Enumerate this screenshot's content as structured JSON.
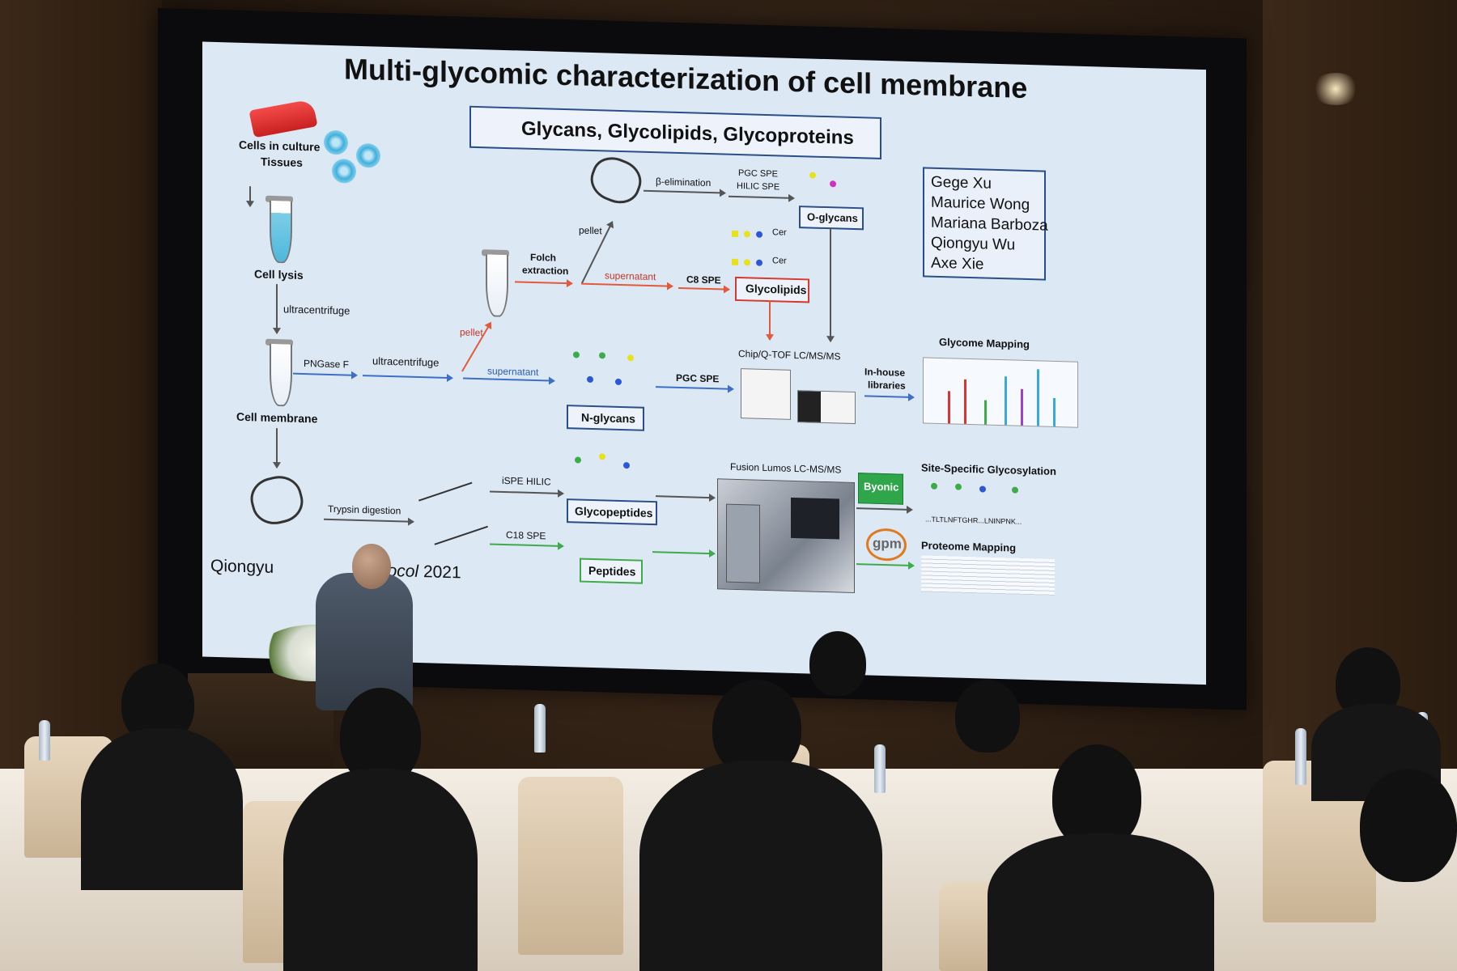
{
  "slide": {
    "title": "Multi-glycomic characterization of cell membrane",
    "subtitle_box": "Glycans, Glycolipids, Glycoproteins",
    "authors": [
      "Gege Xu",
      "Maurice Wong",
      "Mariana Barboza",
      "Qiongyu Wu",
      "Axe Xie"
    ],
    "labels": {
      "cells": "Cells in culture",
      "tissues": "Tissues",
      "cell_lysis": "Cell lysis",
      "ultracentrifuge_1": "ultracentrifuge",
      "cell_membrane": "Cell membrane",
      "pngase": "PNGase F",
      "ultracentrifuge_2": "ultracentrifuge",
      "pellet_red": "pellet",
      "supernatant_blue": "supernatant",
      "folch": "Folch",
      "extraction": "extraction",
      "pellet_gray": "pellet",
      "beta_elim": "β-elimination",
      "pgc_spe_top": "PGC SPE",
      "hilic_spe": "HILIC SPE",
      "o_glycans": "O-glycans",
      "cer_1": "Cer",
      "cer_2": "Cer",
      "supernatant_red": "supernatant",
      "c8_spe": "C8 SPE",
      "glycolipids": "Glycolipids",
      "n_glycans": "N-glycans",
      "pgc_spe_mid": "PGC SPE",
      "chip_qtof": "Chip/Q-TOF LC/MS/MS",
      "in_house": "In-house",
      "libraries": "libraries",
      "glycome_mapping": "Glycome Mapping",
      "trypsin_digestion": "Trypsin digestion",
      "ispe_hilic": "iSPE HILIC",
      "glycopeptides": "Glycopeptides",
      "c18_spe": "C18 SPE",
      "peptides": "Peptides",
      "fusion_lumos": "Fusion Lumos LC-MS/MS",
      "byonic": "Byonic",
      "gpm": "gpm",
      "site_specific": "Site-Specific Glycosylation",
      "sequence": "...TLTLNFTGHR...LNINPNK...",
      "proteome_mapping": "Proteome Mapping",
      "citation_author": "Qiongyu",
      "citation_journal": "Protocol",
      "citation_year": "2021"
    }
  },
  "colors": {
    "slide_bg": "#dde8f5",
    "arrow_blue": "#3d6fc7",
    "arrow_red": "#e25a3a",
    "arrow_green": "#3faa4a",
    "glycolipid_box": "#d63a2f",
    "byonic_green": "#2fa64a",
    "gpm_orange": "#e07a1e"
  },
  "icons": [
    "cell-culture-flask-icon",
    "cell-icon",
    "tube-icon",
    "mass-spectrometer-icon",
    "glycan-structure-icon",
    "protein-tangle-icon"
  ]
}
